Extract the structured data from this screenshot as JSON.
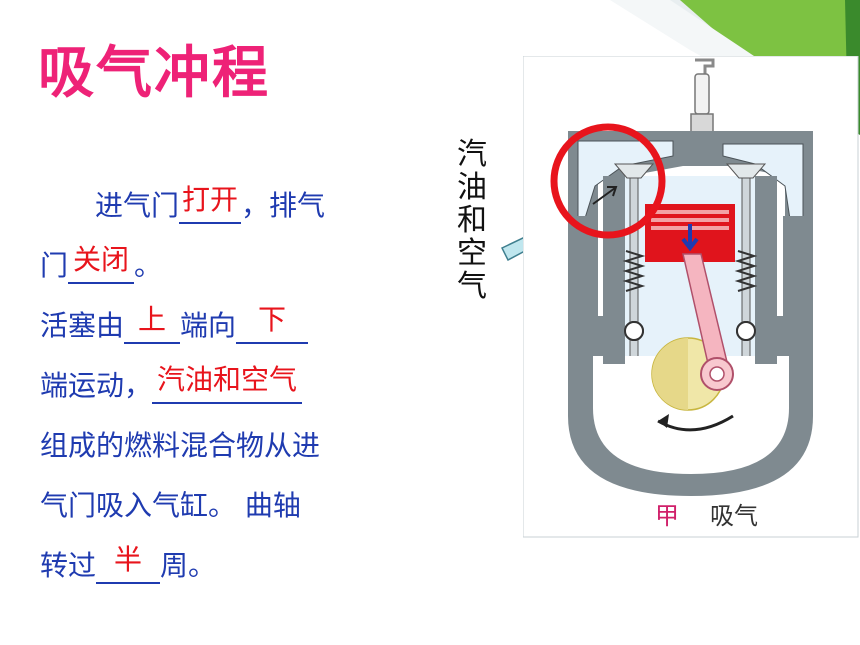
{
  "title": "吸气冲程",
  "lines": {
    "l1_a": "进气门",
    "l1_ans": "打开",
    "l1_b": "，排气",
    "l2_a": "门",
    "l2_ans": "关闭",
    "l2_b": "。",
    "l3_a": "活塞由",
    "l3_ans1": "上",
    "l3_b": "端向",
    "l3_ans2": "下",
    "l4_a": "端运动，",
    "l4_ans": "汽油和空气",
    "l5": "组成的燃料混合物从进",
    "l6": "气门吸入气缸。 曲轴",
    "l7_a": "转过",
    "l7_ans": "半",
    "l7_b": "周。"
  },
  "figure": {
    "side_label": [
      "汽",
      "油",
      "和",
      "空",
      "气"
    ],
    "caption_letter": "甲",
    "caption_text": "吸气"
  },
  "colors": {
    "title": "#ee2277",
    "text": "#1f3bb0",
    "answer": "#e8141c",
    "engine_body": "#7f8a90",
    "cavity": "#e6f2fa",
    "piston": "#e0141c",
    "highlight_ring": "#e8141c",
    "arrow": "#bfe6ee"
  }
}
